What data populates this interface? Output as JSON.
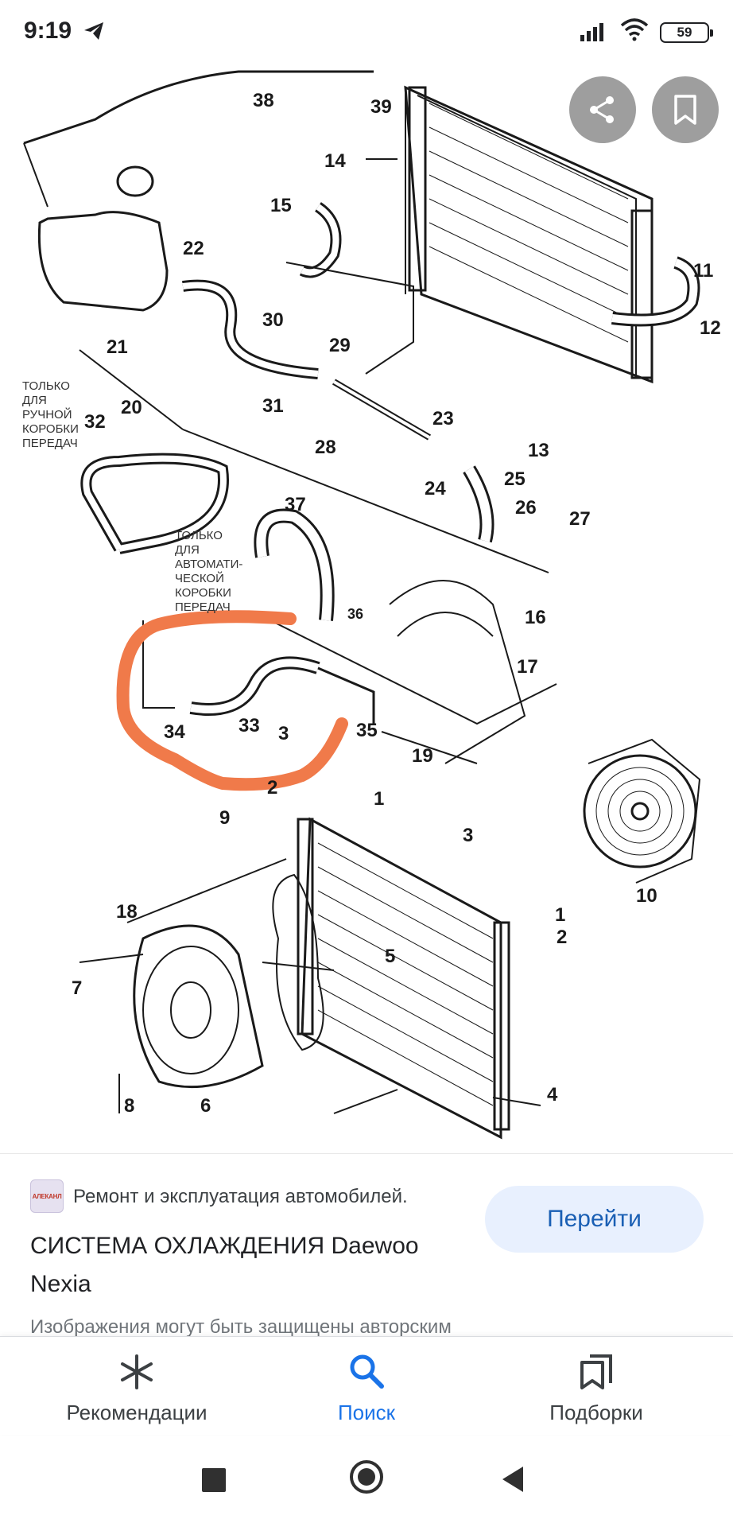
{
  "status_bar": {
    "time": "9:19",
    "battery": "59",
    "icons": [
      "telegram-send-icon",
      "signal-icon",
      "wifi-icon",
      "battery-icon"
    ]
  },
  "image_viewer": {
    "share_icon": "share-icon",
    "save_icon": "bookmark-icon",
    "diagram": {
      "part_numbers": [
        "38",
        "39",
        "14",
        "15",
        "22",
        "11",
        "12",
        "30",
        "21",
        "29",
        "20",
        "31",
        "32",
        "23",
        "28",
        "13",
        "24",
        "25",
        "26",
        "27",
        "37",
        "36",
        "16",
        "17",
        "33",
        "34",
        "35",
        "19",
        "3",
        "2",
        "1",
        "9",
        "10",
        "3",
        "18",
        "1",
        "2",
        "5",
        "7",
        "8",
        "6",
        "4"
      ],
      "note_manual": "ТОЛЬКО ДЛЯ РУЧНОЙ КОРОБКИ ПЕРЕДАЧ",
      "note_auto": "ТОЛЬКО ДЛЯ АВТОМАТИ-ЧЕСКОЙ КОРОБКИ ПЕРЕДАЧ",
      "highlight_color": "#f07a4a"
    }
  },
  "result": {
    "source_name": "Ремонт и эксплуатация автомобилей.",
    "favicon_text": "АЛЕКАНЛ",
    "title": "СИСТЕМА ОХЛАЖДЕНИЯ Daewoo Nexia",
    "visit_label": "Перейти",
    "copyright": "Изображения могут быть защищены авторским"
  },
  "bottom_nav": {
    "items": [
      {
        "label": "Рекомендации",
        "icon": "asterisk-icon"
      },
      {
        "label": "Поиск",
        "icon": "search-icon"
      },
      {
        "label": "Подборки",
        "icon": "collections-icon"
      }
    ],
    "active_color": "#1a73e8"
  },
  "system_nav": {
    "buttons": [
      "recent-apps",
      "home",
      "back"
    ]
  }
}
